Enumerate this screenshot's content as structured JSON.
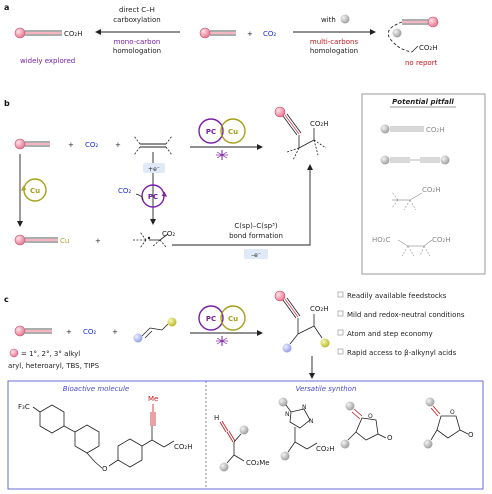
{
  "panels": {
    "a": "a",
    "b": "b",
    "c": "c"
  },
  "colors": {
    "pink": "#f28ca0",
    "blue": "#1a2fd6",
    "purple": "#7a1fa6",
    "red": "#c8161d",
    "olive": "#a6a01a",
    "lavender": "#aab4f0",
    "yellowgreen": "#c8c81a",
    "gray": "#b5b5b5",
    "photo": "#7a1fa6",
    "lightblue": "#dfe9f7",
    "frame": "#6b6bdc"
  },
  "panel_a": {
    "left_product_label": "CO₂H",
    "left_caption": "widely explored",
    "arrow_left_line1": "direct C–H",
    "arrow_left_line2": "carboxylation",
    "arrow_left_line3": "mono-carbon",
    "arrow_left_line4": "homologation",
    "plus": "+",
    "co2": "CO₂",
    "with_label": "with",
    "arrow_right_line1": "multi-carbons",
    "arrow_right_line2": "homologation",
    "right_product_label": "CO₂H",
    "right_caption": "no report"
  },
  "panel_b": {
    "plus1": "+",
    "co2": "CO₂",
    "plus2": "+",
    "pc": "PC",
    "cu": "Cu",
    "e_minus_plus": "+e⁻",
    "pc_cycle_co2": "CO₂",
    "radical_co2": "CO₂",
    "cu_label": "Cu",
    "cu_acetylide_label": "Cu",
    "plus3": "+",
    "bond_line1": "C(sp)–C(sp³)",
    "bond_line2": "bond formation",
    "e_minus_minus": "–e⁻",
    "product_co2h": "CO₂H",
    "pitfall_title": "Potential pitfall",
    "pitfall_1": "CO₂H",
    "pitfall_2_label": "",
    "pitfall_3": "CO₂H",
    "pitfall_4_left": "HO₂C",
    "pitfall_4_right": "CO₂H"
  },
  "panel_c": {
    "plus1": "+",
    "co2": "CO₂",
    "plus2": "+",
    "pc": "PC",
    "cu": "Cu",
    "product_co2h": "CO₂H",
    "legend_line1": "= 1°, 2°, 3° alkyl",
    "legend_line2": "aryl, heteroaryl, TBS, TIPS",
    "features": [
      "Readily available feedstocks",
      "Mild and redox-neutral conditions",
      "Atom and step economy",
      "Rapid access to β-alkynyl acids"
    ],
    "bioactive_title": "Bioactive molecule",
    "synthon_title": "Versatile synthon",
    "cf3": "F₃C",
    "me": "Me",
    "o_label": "O",
    "bio_co2h": "CO₂H",
    "h_label": "H",
    "syn1_co2me": "CO₂Me",
    "triazole_n1": "N",
    "triazole_n2": "N",
    "triazole_n3": "N",
    "syn2_co2h": "CO₂H",
    "lactone_o1": "O",
    "lactone_o2": "O",
    "lactone_o3": "O",
    "lactone_o4": "O"
  }
}
